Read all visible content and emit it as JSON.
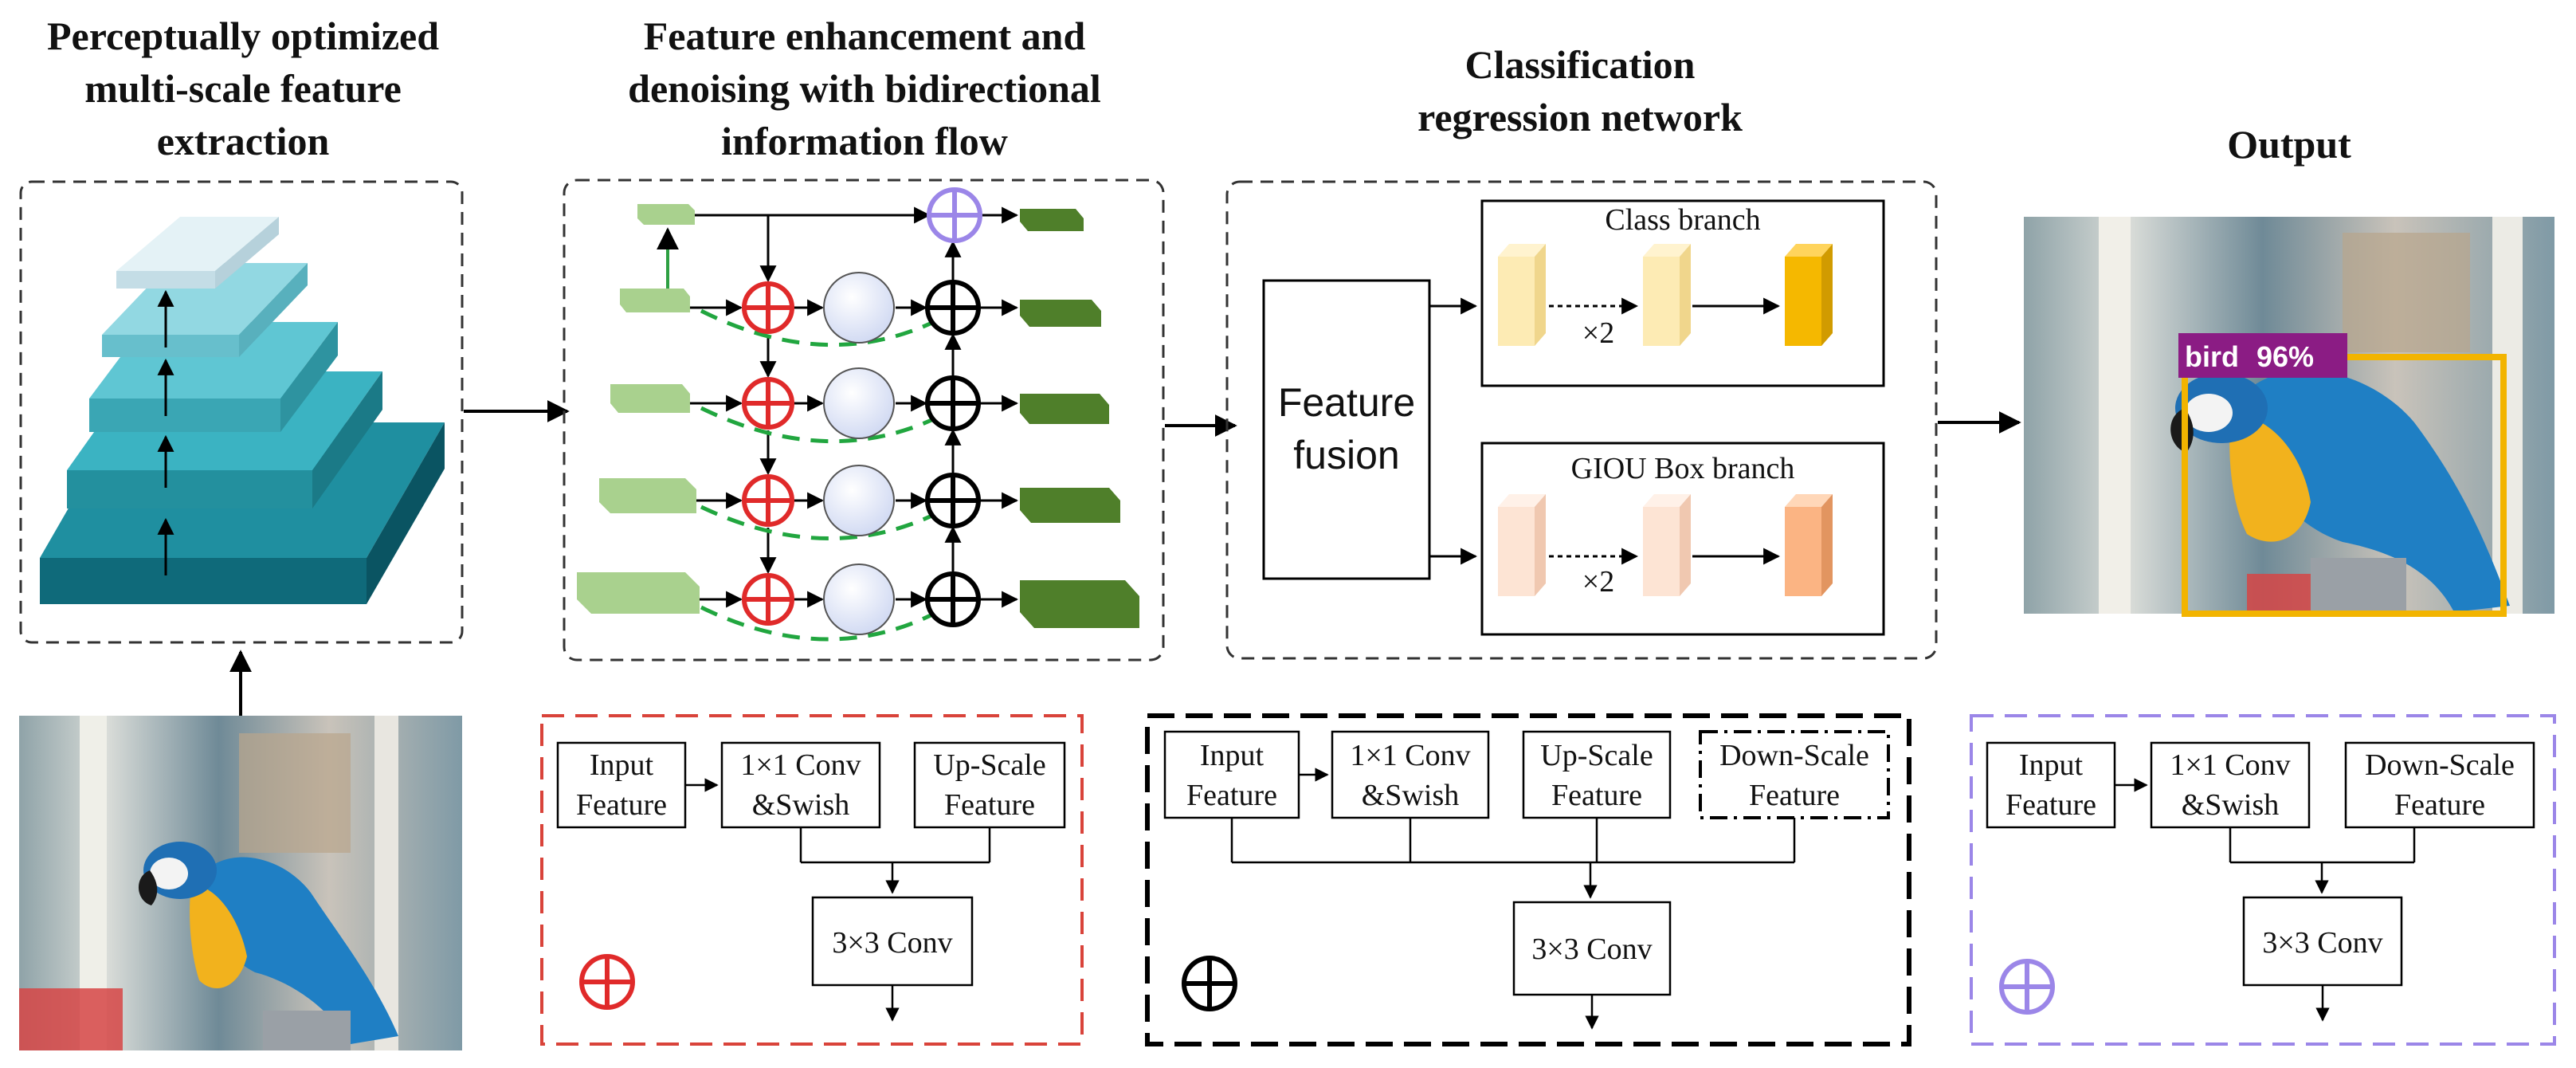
{
  "titles": {
    "stage1": [
      "Perceptually optimized",
      "multi-scale feature",
      "extraction"
    ],
    "stage2": [
      "Feature enhancement and",
      "denoising with bidirectional",
      "information flow"
    ],
    "stage3": [
      "Classification",
      "regression network"
    ],
    "stage4": "Output"
  },
  "classification": {
    "fusion": [
      "Feature",
      "fusion"
    ],
    "class_branch": "Class branch",
    "box_branch": "GIOU Box branch",
    "repeat": "×2"
  },
  "detection": {
    "label": "bird",
    "score": "96%"
  },
  "legend_red": {
    "input": [
      "Input",
      "Feature"
    ],
    "conv1": [
      "1×1 Conv",
      "&Swish"
    ],
    "scale": [
      "Up-Scale",
      "Feature"
    ],
    "conv3": "3×3 Conv"
  },
  "legend_black": {
    "input": [
      "Input",
      "Feature"
    ],
    "conv1": [
      "1×1 Conv",
      "&Swish"
    ],
    "up": [
      "Up-Scale",
      "Feature"
    ],
    "down": [
      "Down-Scale",
      "Feature"
    ],
    "conv3": "3×3 Conv"
  },
  "legend_purple": {
    "input": [
      "Input",
      "Feature"
    ],
    "conv1": [
      "1×1 Conv",
      "&Swish"
    ],
    "scale": [
      "Down-Scale",
      "Feature"
    ],
    "conv3": "3×3 Conv"
  },
  "colors": {
    "red": "#e02a2a",
    "black": "#000000",
    "purple": "#9b86e8",
    "green_dash": "#21a63f",
    "detect_box": "#f2b400",
    "detect_label": "#8b1c84"
  },
  "icons": [
    "pyramid-icon",
    "parrot-photo",
    "plus-circle-icon"
  ]
}
